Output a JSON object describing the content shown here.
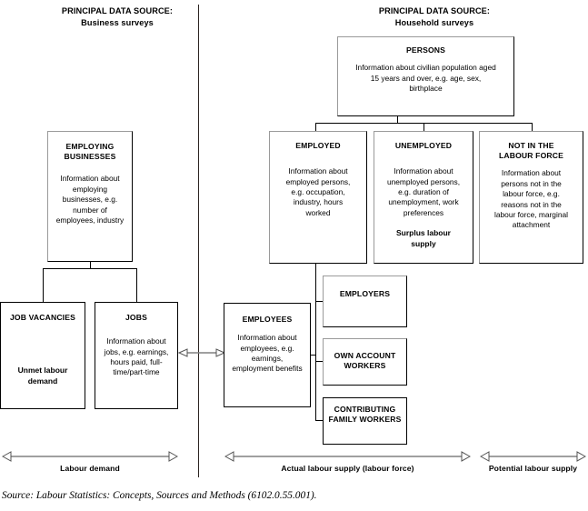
{
  "headers": {
    "left": {
      "line1": "PRINCIPAL DATA SOURCE:",
      "line2": "Business surveys"
    },
    "right": {
      "line1": "PRINCIPAL DATA SOURCE:",
      "line2": "Household surveys"
    }
  },
  "boxes": {
    "persons": {
      "title": "PERSONS",
      "body": "Information about civilian population aged 15 years and over, e.g. age, sex, birthplace"
    },
    "employing_businesses": {
      "title": "EMPLOYING BUSINESSES",
      "body": "Information about employing businesses, e.g. number of employees, industry"
    },
    "employed": {
      "title": "EMPLOYED",
      "body": "Information about employed persons, e.g. occupation, industry, hours worked"
    },
    "unemployed": {
      "title": "UNEMPLOYED",
      "body": "Information about unemployed persons, e.g. duration of unemployment, work preferences",
      "strong": "Surplus labour supply"
    },
    "not_in_labour_force": {
      "title": "NOT IN THE LABOUR FORCE",
      "body": "Information about persons not in the labour force, e.g. reasons not in the labour force, marginal attachment"
    },
    "job_vacancies": {
      "title": "JOB VACANCIES",
      "strong": "Unmet labour demand"
    },
    "jobs": {
      "title": "JOBS",
      "body": "Information about jobs, e.g. earnings, hours paid, full-time/part-time"
    },
    "employees": {
      "title": "EMPLOYEES",
      "body": "Information about employees, e.g. earnings, employment benefits"
    },
    "employers": {
      "title": "EMPLOYERS"
    },
    "own_account_workers": {
      "title": "OWN ACCOUNT WORKERS"
    },
    "contributing_family_workers": {
      "title": "CONTRIBUTING FAMILY WORKERS"
    }
  },
  "measures": {
    "labour_demand": "Labour demand",
    "actual_labour_supply": "Actual labour supply (labour force)",
    "potential_labour_supply": "Potential labour supply"
  },
  "source": "Source: Labour Statistics: Concepts, Sources and Methods (6102.0.55.001).",
  "colors": {
    "line": "#000000",
    "shadow_edge": "#9a9a9a",
    "arrow": "#808080",
    "divider": "#2b2320",
    "background": "#ffffff"
  }
}
